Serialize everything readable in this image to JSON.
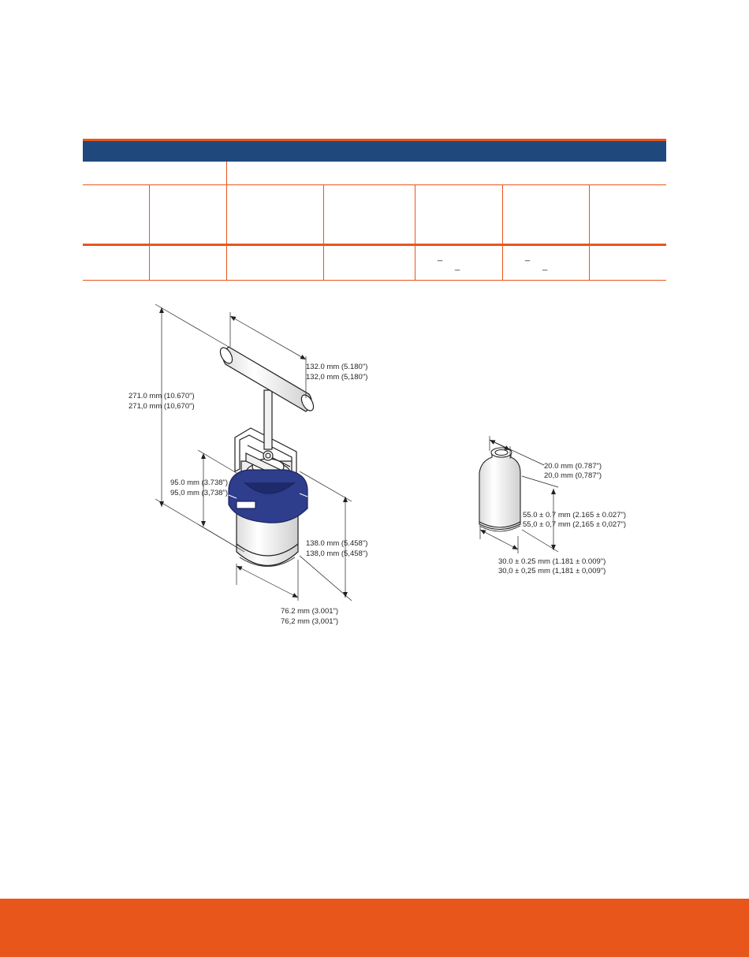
{
  "colors": {
    "accent_orange": "#e8561c",
    "header_blue": "#1f497d",
    "clamp_blue": "#2e3d8c",
    "line_dark": "#231f20"
  },
  "table": {
    "cells": {
      "r3c5": "_",
      "r3c5b": "_",
      "r3c6": "_",
      "r3c6b": "_"
    }
  },
  "drawing_left": {
    "height_overall": [
      "271.0 mm (10.670\")",
      "271,0 mm (10,670\")"
    ],
    "handle_width": [
      "132.0 mm (5.180\")",
      "132,0 mm (5,180\")"
    ],
    "clamp_height": [
      "95.0 mm (3.738\")",
      "95,0 mm (3,738\")"
    ],
    "body_height": [
      "138.0 mm (5.458\")",
      "138,0 mm (5,458\")"
    ],
    "body_diameter": [
      "76.2 mm (3.001\")",
      "76,2 mm (3,001\")"
    ]
  },
  "drawing_right": {
    "neck_diameter": [
      "20.0 mm (0.787\")",
      "20,0 mm (0,787\")"
    ],
    "vial_height": [
      "55.0 ± 0.7 mm (2.165 ± 0.027\")",
      "55,0 ± 0,7 mm (2,165 ± 0,027\")"
    ],
    "vial_diameter": [
      "30.0 ± 0.25 mm (1.181 ± 0.009\")",
      "30,0 ± 0,25 mm (1,181 ± 0,009\")"
    ]
  }
}
